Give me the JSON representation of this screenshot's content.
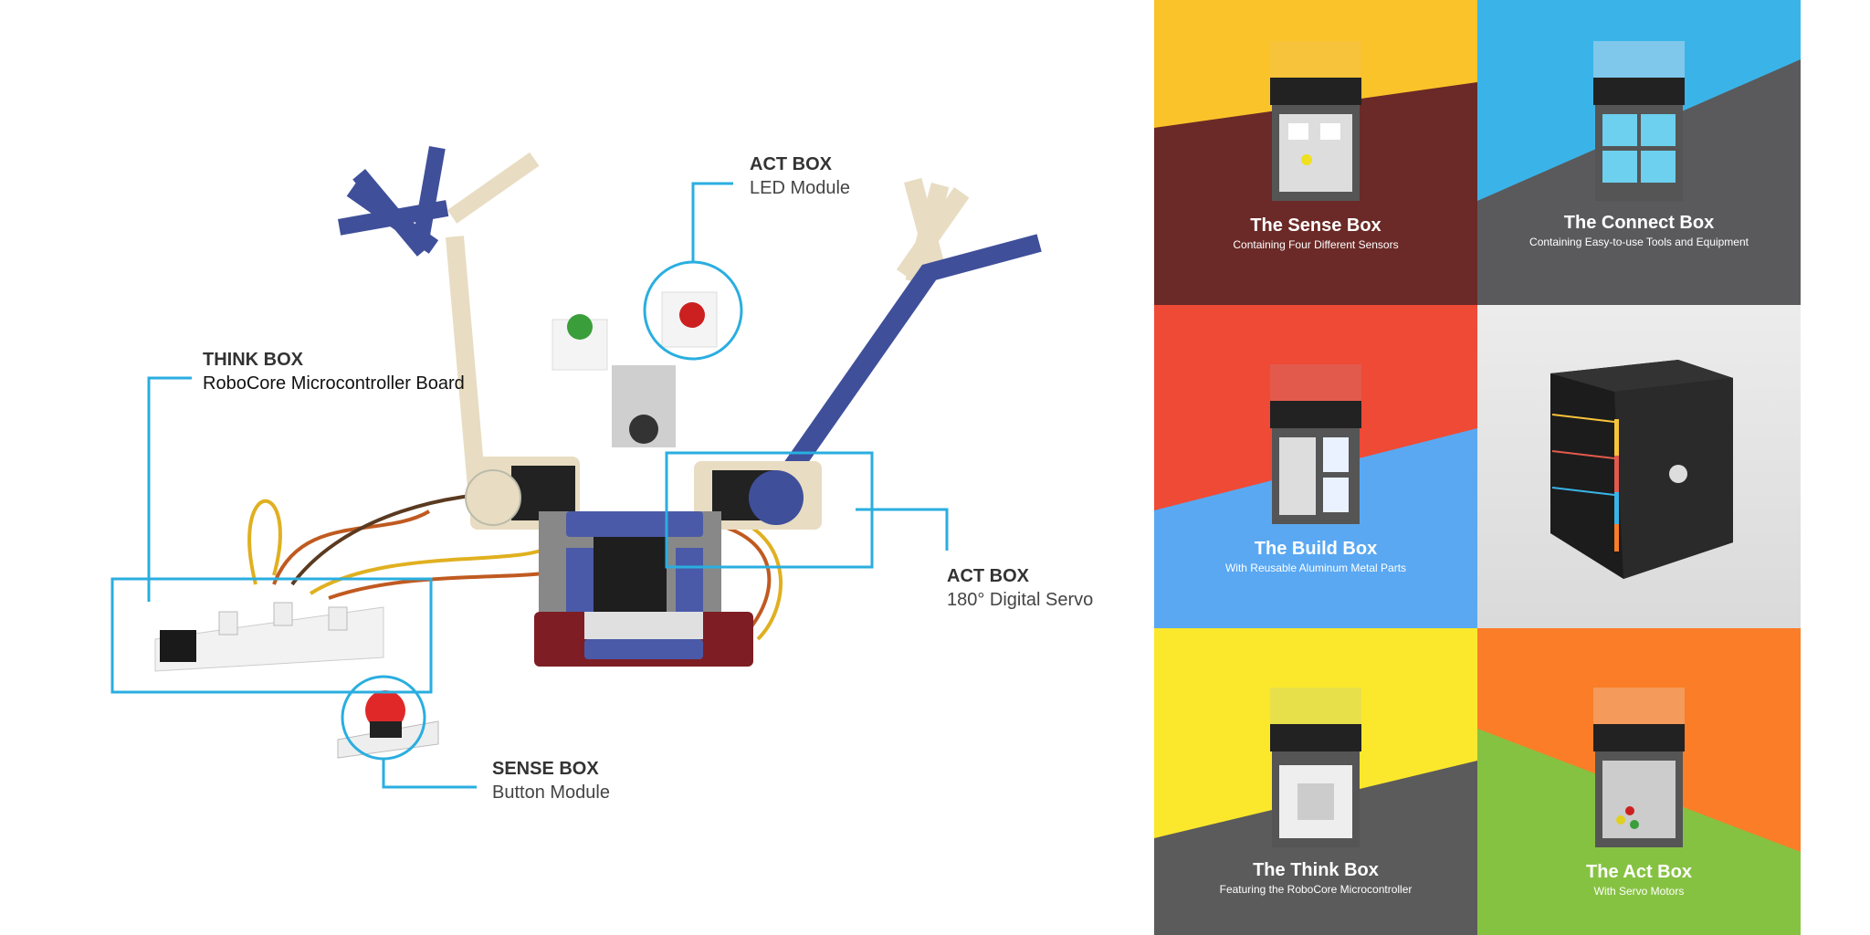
{
  "callouts": {
    "act_led": {
      "title": "ACT BOX",
      "subtitle": "LED Module"
    },
    "think": {
      "title": "THINK BOX",
      "subtitle": "RoboCore Microcontroller Board"
    },
    "act_servo": {
      "title": "ACT BOX",
      "subtitle": "180° Digital Servo"
    },
    "sense": {
      "title": "SENSE BOX",
      "subtitle": "Button Module"
    }
  },
  "tiles": [
    {
      "title": "The Sense Box",
      "subtitle": "Containing Four Different Sensors",
      "top_color": "#fbc32a",
      "bottom_color": "#6b2a27",
      "lid_color": "#f6c33a"
    },
    {
      "title": "The Connect Box",
      "subtitle": "Containing Easy-to-use Tools and Equipment",
      "top_color": "#3ab4e8",
      "bottom_color": "#5a5a5c",
      "lid_color": "#7fc8ec"
    },
    {
      "title": "The Build Box",
      "subtitle": "With Reusable Aluminum Metal Parts",
      "top_color": "#ee4a36",
      "bottom_color": "#5aa8f2",
      "lid_color": "#e25a4c"
    },
    {
      "title": "",
      "subtitle": "",
      "top_color": "#e6e6e6",
      "bottom_color": "#d8d8d8",
      "lid_color": "#222222"
    },
    {
      "title": "The Think Box",
      "subtitle": "Featuring the RoboCore Microcontroller",
      "top_color": "#fbe82c",
      "bottom_color": "#5b5b5b",
      "lid_color": "#e8e04a"
    },
    {
      "title": "The Act Box",
      "subtitle": "With Servo Motors",
      "top_color": "#fb7d28",
      "bottom_color": "#86c242",
      "lid_color": "#f49a5a"
    }
  ],
  "colors": {
    "callout_line": "#2aaee0"
  }
}
